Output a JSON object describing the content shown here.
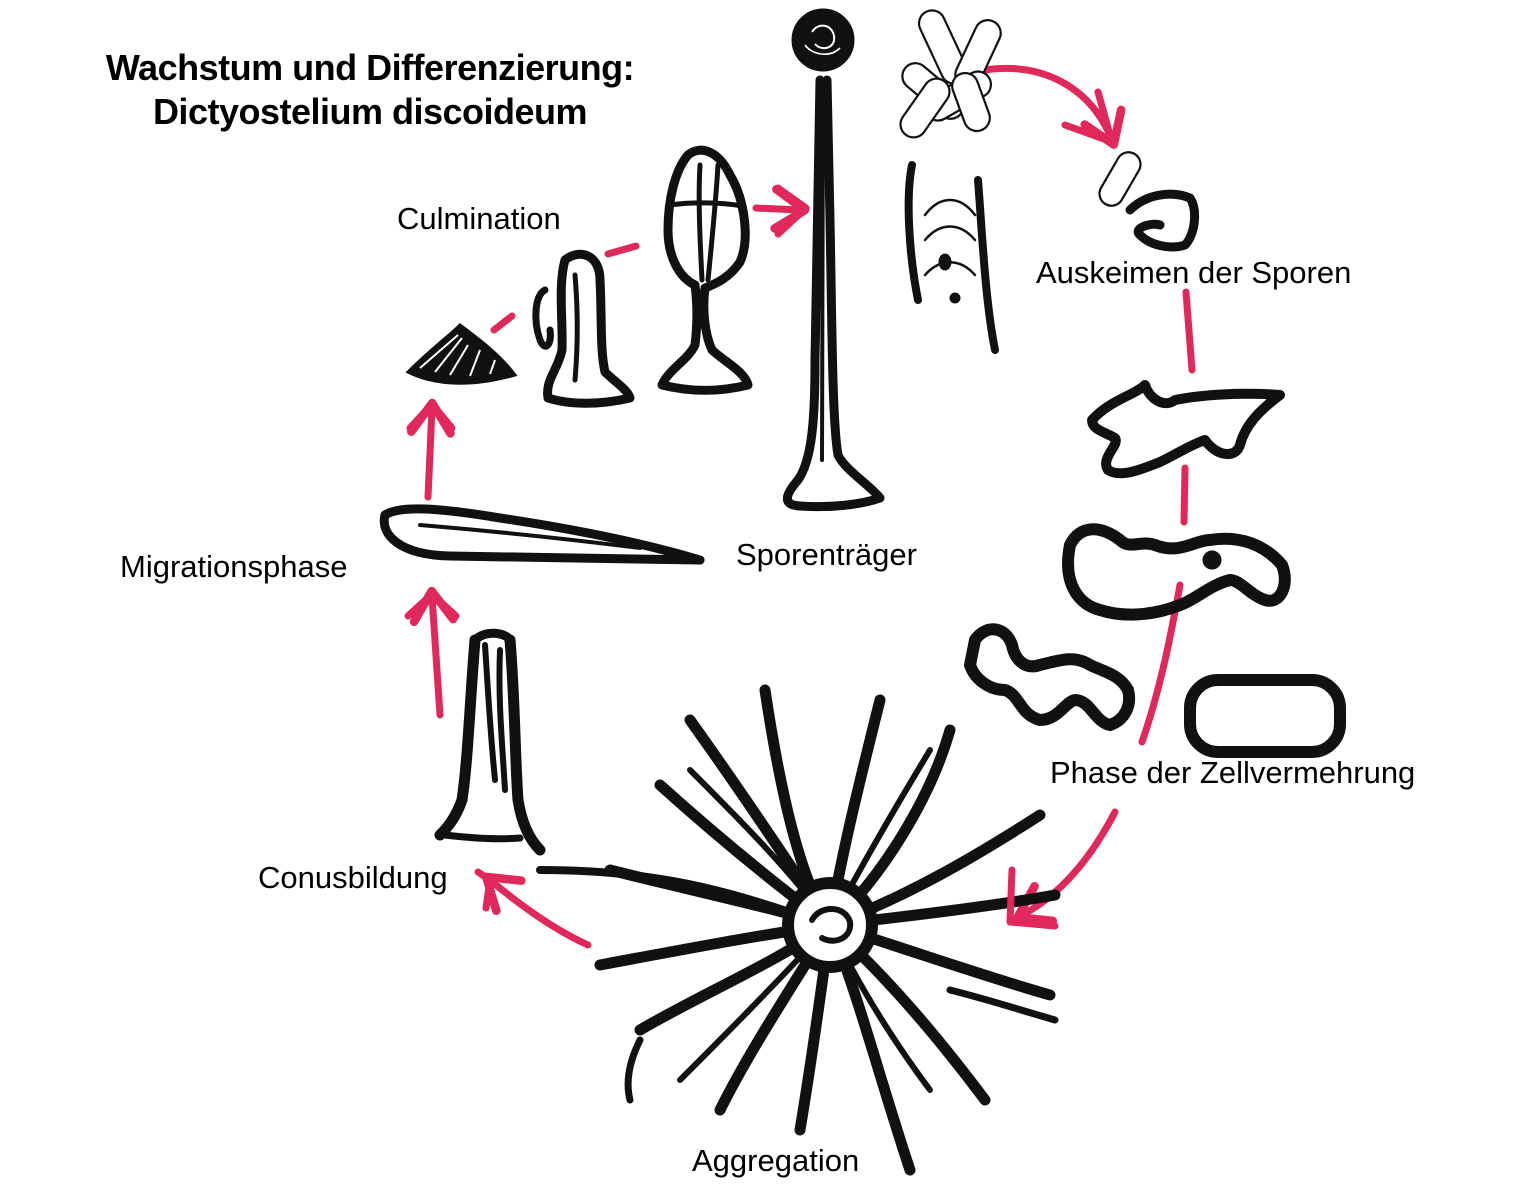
{
  "title": {
    "line1": "Wachstum und Differenzierung:",
    "line2": "Dictyostelium discoideum"
  },
  "stages": {
    "sporenkeimung": "Auskeimen der Sporen",
    "zellvermehrung": "Phase der Zellvermehrung",
    "aggregation": "Aggregation",
    "conusbildung": "Conusbildung",
    "migration": "Migrationsphase",
    "culmination": "Culmination",
    "sporentraeger": "Sporenträger"
  },
  "colors": {
    "arrow": "#e0285a",
    "ink": "#111111",
    "background": "#ffffff"
  }
}
